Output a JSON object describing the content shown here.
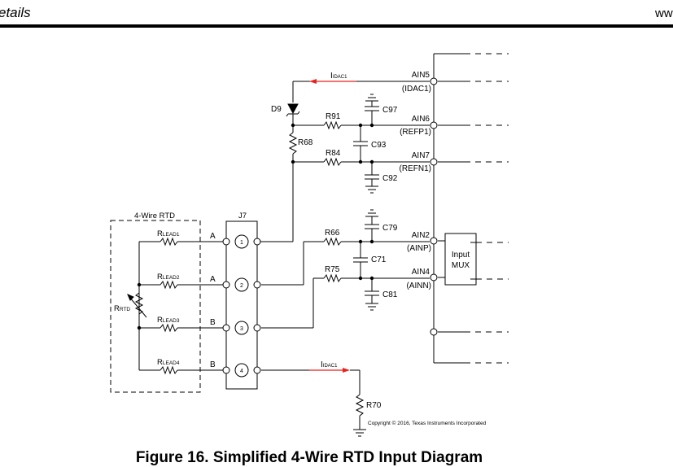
{
  "header": {
    "section_fragment": "etails",
    "url_fragment": "ww"
  },
  "diagram": {
    "caption": "Figure 16. Simplified 4-Wire RTD Input Diagram",
    "copyright": "Copyright © 2016, Texas Instruments Incorporated",
    "rtd_box_label": "4-Wire RTD",
    "connector_label": "J7",
    "rtd_resistor": {
      "main": "R",
      "sub": "RTD"
    },
    "lead_resistors": [
      {
        "main": "R",
        "sub": "LEAD1"
      },
      {
        "main": "R",
        "sub": "LEAD2"
      },
      {
        "main": "R",
        "sub": "LEAD3"
      },
      {
        "main": "R",
        "sub": "LEAD4"
      }
    ],
    "terminal_letters": [
      "A",
      "A",
      "B",
      "B"
    ],
    "pins": [
      "1",
      "2",
      "3",
      "4"
    ],
    "components": {
      "d9": "D9",
      "r68": "R68",
      "r91": "R91",
      "r84": "R84",
      "r66": "R66",
      "r75": "R75",
      "r70": "R70",
      "c97": "C97",
      "c93": "C93",
      "c92": "C92",
      "c79": "C79",
      "c71": "C71",
      "c81": "C81"
    },
    "adc_pins": [
      {
        "name": "AIN5",
        "function": "(IDAC1)"
      },
      {
        "name": "AIN6",
        "function": "(REFP1)"
      },
      {
        "name": "AIN7",
        "function": "(REFN1)"
      },
      {
        "name": "AIN2",
        "function": "(AINP)"
      },
      {
        "name": "AIN4",
        "function": "(AINN)"
      }
    ],
    "mux_label_line1": "Input",
    "mux_label_line2": "MUX",
    "current_label": {
      "main": "I",
      "sub": "IDAC1"
    },
    "current_arrow_color": "#e8231f"
  }
}
